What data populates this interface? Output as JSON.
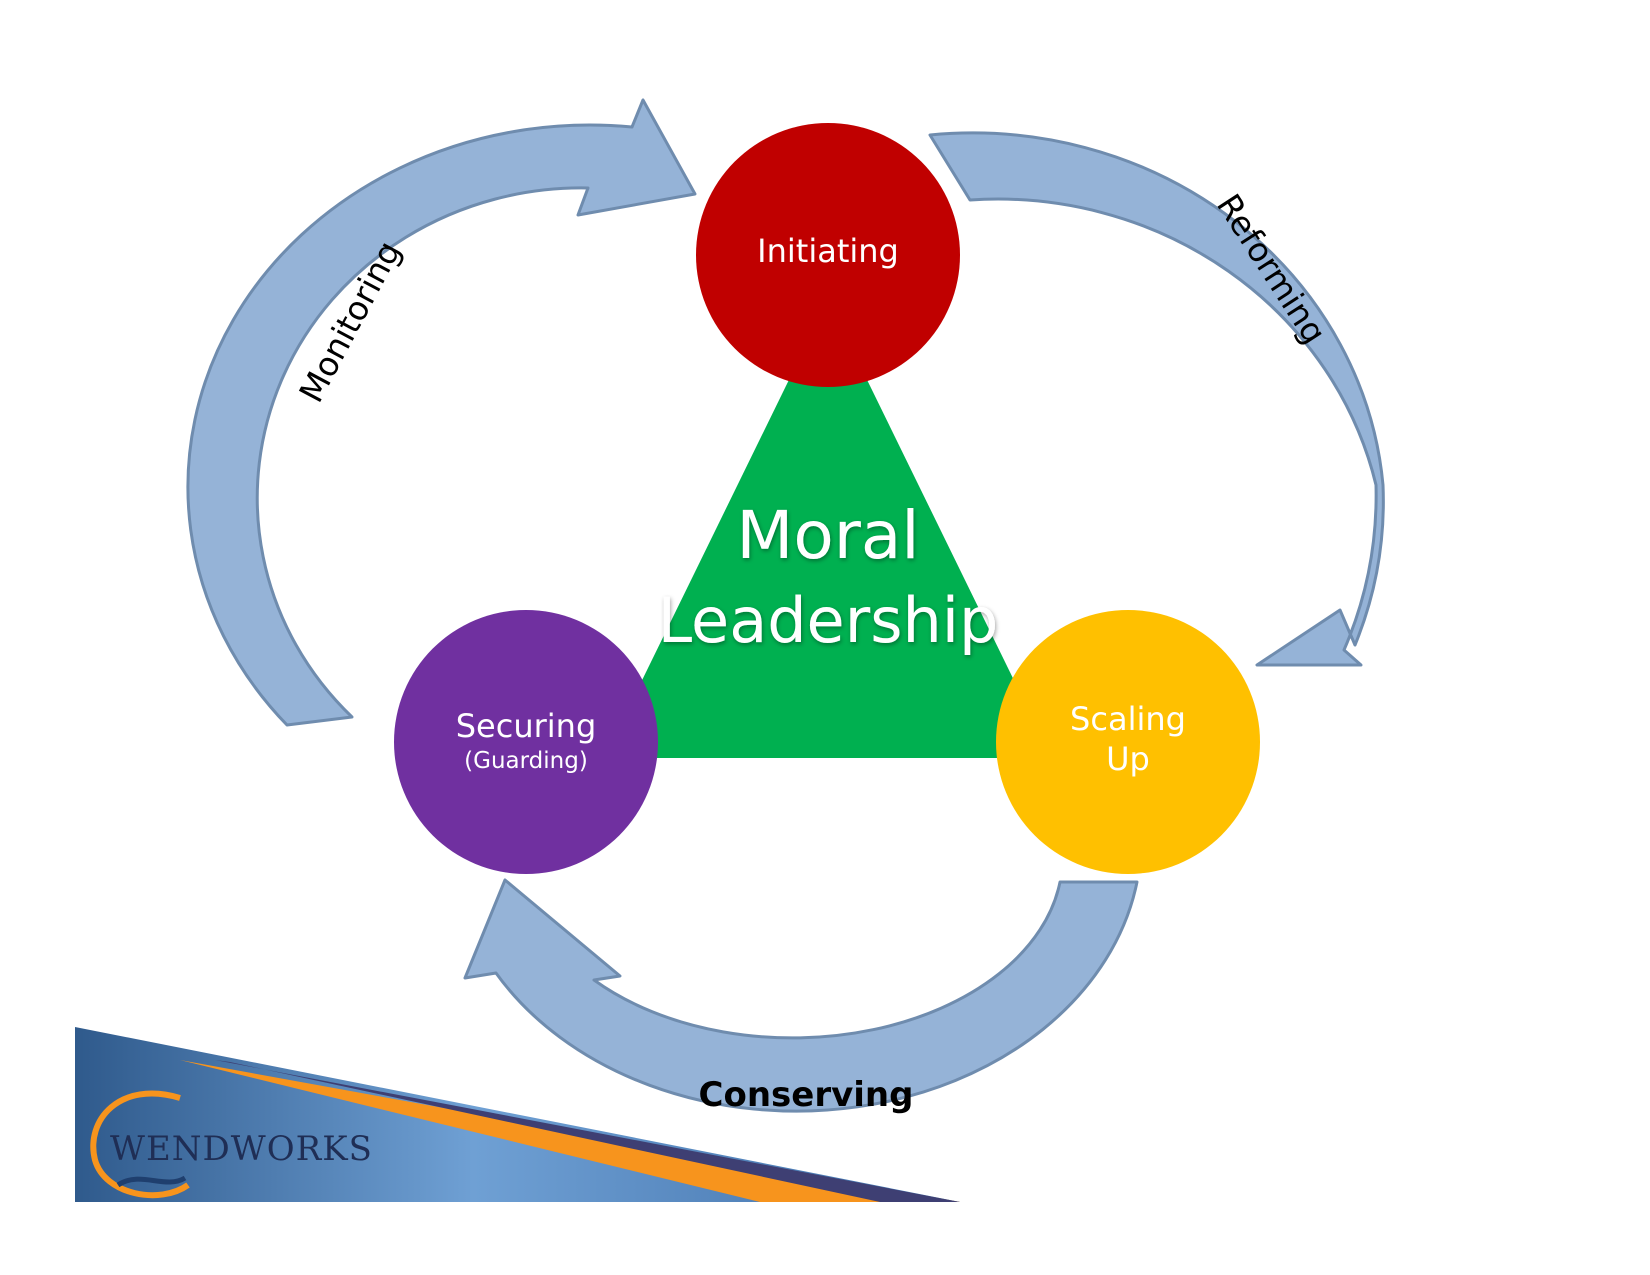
{
  "center": {
    "line1": "Moral",
    "line2": "Leadership",
    "color": "#00B050"
  },
  "nodes": {
    "initiating": {
      "label": "Initiating",
      "color": "#C00000"
    },
    "securing": {
      "label": "Securing",
      "sublabel": "(Guarding)",
      "color": "#7030A0"
    },
    "scaling": {
      "line1": "Scaling",
      "line2": "Up",
      "color": "#FFC000"
    }
  },
  "arrows": {
    "monitoring": "Monitoring",
    "reforming": "Reforming",
    "conserving": "Conserving",
    "fill": "#95B3D7",
    "stroke": "#6F8CAE"
  },
  "logo": {
    "text": "WENDWORKS",
    "colors": {
      "blue": "#3A6EA5",
      "orange": "#F7941D",
      "navy": "#3E3F73"
    }
  }
}
